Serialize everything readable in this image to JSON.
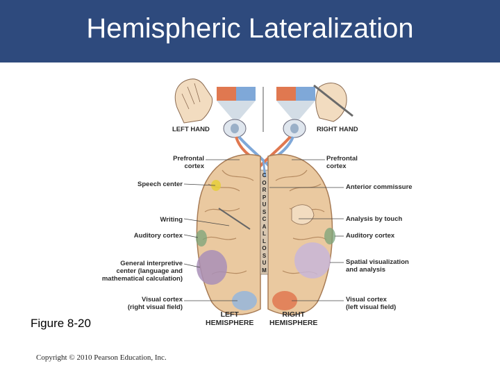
{
  "title": "Hemispheric Lateralization",
  "caption": "Figure 8-20",
  "copyright": "Copyright © 2010 Pearson Education, Inc.",
  "diagram": {
    "left_hand": "LEFT HAND",
    "right_hand": "RIGHT HAND",
    "prefrontal_left": "Prefrontal\ncortex",
    "prefrontal_right": "Prefrontal\ncortex",
    "speech_center": "Speech center",
    "writing": "Writing",
    "auditory_left": "Auditory cortex",
    "general_interpretive": "General interpretive\ncenter (language and\nmathematical calculation)",
    "visual_left": "Visual cortex\n(right visual field)",
    "anterior_commissure": "Anterior commissure",
    "analysis_by_touch": "Analysis by touch",
    "auditory_right": "Auditory cortex",
    "spatial": "Spatial visualization\nand analysis",
    "visual_right": "Visual cortex\n(left visual field)",
    "left_hemisphere": "LEFT\nHEMISPHERE",
    "right_hemisphere": "RIGHT\nHEMISPHERE",
    "corpus_callosum": [
      "C",
      "O",
      "R",
      "P",
      "U",
      "S",
      "C",
      "A",
      "L",
      "L",
      "O",
      "S",
      "U",
      "M"
    ]
  }
}
